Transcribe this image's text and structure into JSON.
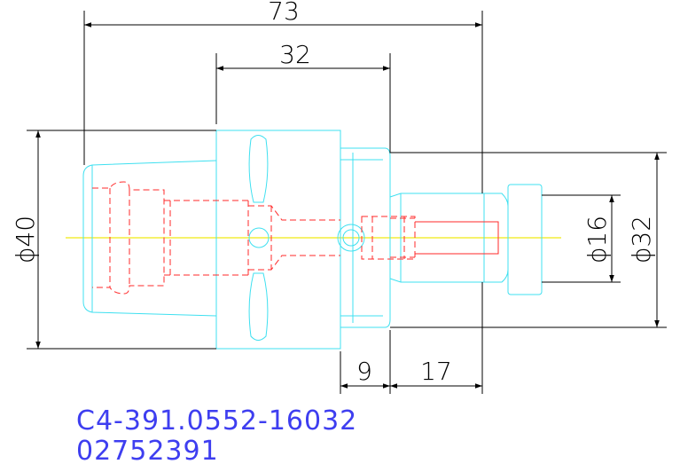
{
  "dimensions": {
    "overall_length": "73",
    "body_length": "32",
    "diameter_body": "ϕ40",
    "diameter_bore": "ϕ16",
    "diameter_shank": "ϕ32",
    "shoulder_width": "9",
    "shank_length": "17"
  },
  "part_number": "C4-391.0552-16032",
  "item_code": "02752391",
  "colors": {
    "outline": "#3fe0f0",
    "hidden_lines": "#ff2a2a",
    "centerline": "#f4ee3a",
    "dimensions": "#000000",
    "title_text": "#3e3ef0"
  }
}
